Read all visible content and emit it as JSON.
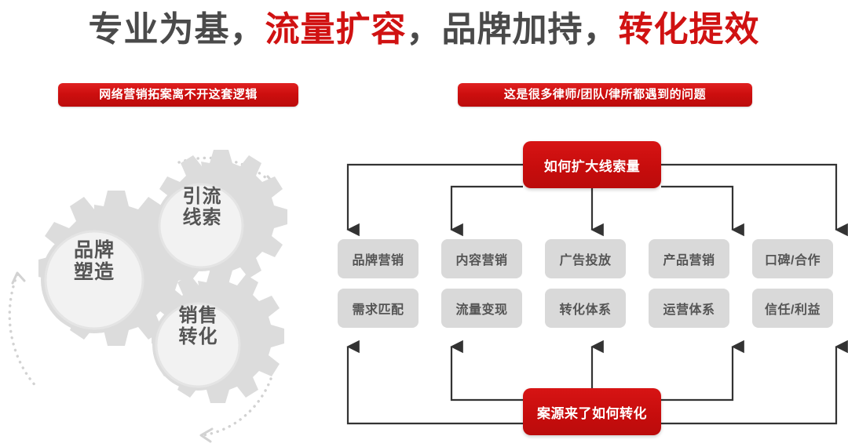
{
  "title": {
    "segments": [
      {
        "text": "专业为基",
        "color": "#4a4a4a"
      },
      {
        "text": "，",
        "color": "#4a4a4a"
      },
      {
        "text": "流量扩容",
        "color": "#d01212"
      },
      {
        "text": "，",
        "color": "#4a4a4a"
      },
      {
        "text": "品牌加持",
        "color": "#4a4a4a"
      },
      {
        "text": "，",
        "color": "#4a4a4a"
      },
      {
        "text": "转化提效",
        "color": "#d01212"
      }
    ],
    "full_text": "专业为基，流量扩容，品牌加持，转化提效"
  },
  "badges": {
    "left": "网络营销拓案离不开这套逻辑",
    "right": "这是很多律师/团队/律所都遇到的问题"
  },
  "gears": {
    "items": [
      {
        "id": "brand",
        "label": "品牌塑造",
        "line1": "品牌",
        "line2": "塑造"
      },
      {
        "id": "traffic",
        "label": "引流线索",
        "line1": "引流",
        "line2": "线索"
      },
      {
        "id": "sales",
        "label": "销售转化",
        "line1": "销售",
        "line2": "转化"
      }
    ]
  },
  "flow": {
    "top_node": "如何扩大线索量",
    "bottom_node": "案源来了如何转化",
    "columns": [
      {
        "top": "品牌营销",
        "bottom": "需求匹配"
      },
      {
        "top": "内容营销",
        "bottom": "流量变现"
      },
      {
        "top": "广告投放",
        "bottom": "转化体系"
      },
      {
        "top": "产品营销",
        "bottom": "运营体系"
      },
      {
        "top": "口碑/合作",
        "bottom": "信任/利益"
      }
    ]
  },
  "colors": {
    "brand_red": "#c70d0d",
    "title_dark": "#4a4a4a",
    "gear_gray": "#dddddd",
    "node_gray": "#d9d9d9",
    "connector": "#333333"
  }
}
